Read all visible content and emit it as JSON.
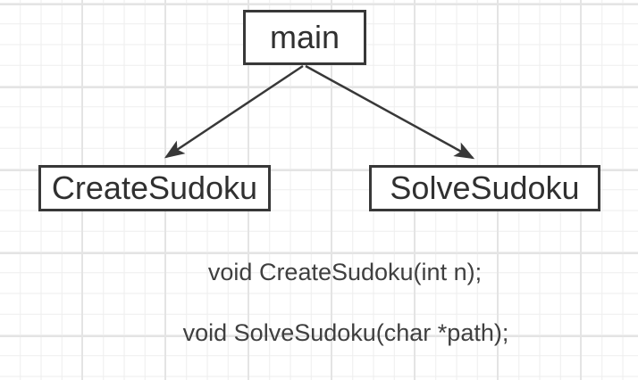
{
  "canvas": {
    "background_color": "#ffffff",
    "grid_minor_color": "#eeeeee",
    "grid_major_color": "#e4e4e4",
    "shape_border_color": "#383838",
    "shape_fill_color": "#ffffff",
    "arrow_color": "#383838",
    "text_color": "#3f3f3f"
  },
  "diagram": {
    "nodes": [
      {
        "id": "main",
        "label": "main"
      },
      {
        "id": "createsudoku",
        "label": "CreateSudoku"
      },
      {
        "id": "solvesudoku",
        "label": "SolveSudoku"
      }
    ],
    "edges": [
      {
        "from": "main",
        "to": "createsudoku"
      },
      {
        "from": "main",
        "to": "solvesudoku"
      }
    ],
    "annotations": [
      {
        "text": "void CreateSudoku(int n);"
      },
      {
        "text": "void SolveSudoku(char *path);"
      }
    ]
  }
}
